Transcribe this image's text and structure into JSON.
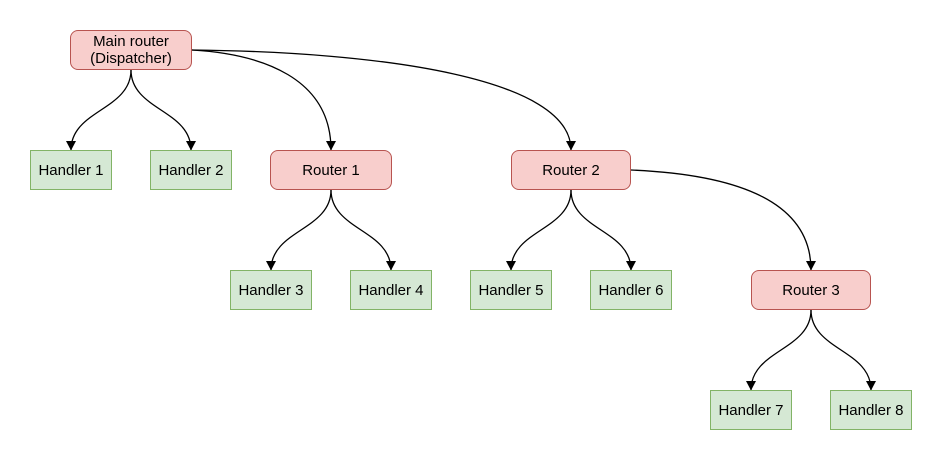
{
  "diagram": {
    "nodes": {
      "main_router": {
        "line1": "Main router",
        "line2": "(Dispatcher)"
      },
      "handler_1": {
        "label": "Handler 1"
      },
      "handler_2": {
        "label": "Handler 2"
      },
      "router_1": {
        "label": "Router 1"
      },
      "router_2": {
        "label": "Router 2"
      },
      "handler_3": {
        "label": "Handler 3"
      },
      "handler_4": {
        "label": "Handler 4"
      },
      "handler_5": {
        "label": "Handler 5"
      },
      "handler_6": {
        "label": "Handler 6"
      },
      "router_3": {
        "label": "Router 3"
      },
      "handler_7": {
        "label": "Handler 7"
      },
      "handler_8": {
        "label": "Handler 8"
      }
    },
    "edges": [
      {
        "from": "main_router",
        "to": "handler_1"
      },
      {
        "from": "main_router",
        "to": "handler_2"
      },
      {
        "from": "main_router",
        "to": "router_1"
      },
      {
        "from": "main_router",
        "to": "router_2"
      },
      {
        "from": "router_1",
        "to": "handler_3"
      },
      {
        "from": "router_1",
        "to": "handler_4"
      },
      {
        "from": "router_2",
        "to": "handler_5"
      },
      {
        "from": "router_2",
        "to": "handler_6"
      },
      {
        "from": "router_2",
        "to": "router_3"
      },
      {
        "from": "router_3",
        "to": "handler_7"
      },
      {
        "from": "router_3",
        "to": "handler_8"
      }
    ],
    "colors": {
      "router_fill": "#f8cecc",
      "router_stroke": "#b85450",
      "handler_fill": "#d5e8d4",
      "handler_stroke": "#82b366",
      "edge": "#000000",
      "text": "#000000",
      "background": "#ffffff"
    }
  }
}
